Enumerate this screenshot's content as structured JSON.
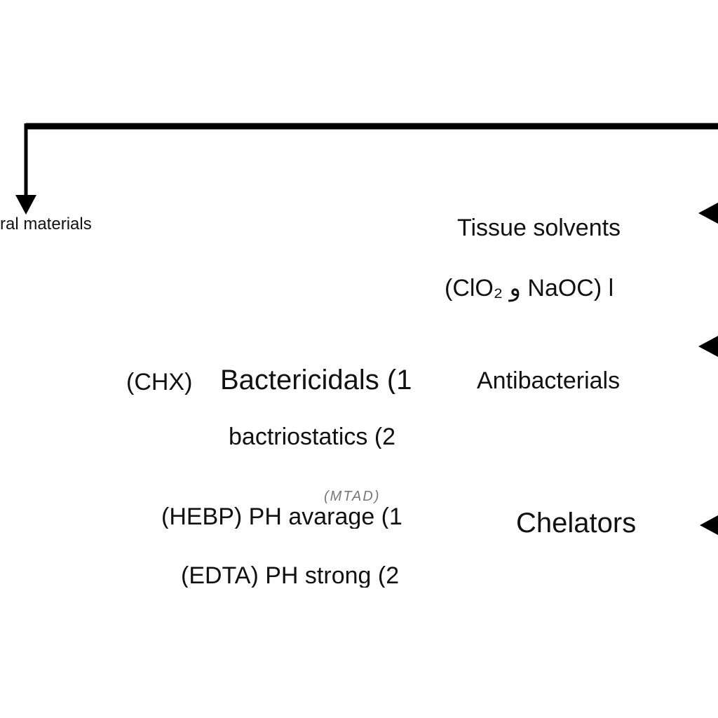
{
  "diagram": {
    "labels": {
      "general_materials": "ral materials",
      "tissue_solvents": "Tissue solvents",
      "tissue_solvents_examples": "(ClO₂ و NaOC) l",
      "antibacterials": "Antibacterials",
      "bactericidals_abbr": "(CHX)",
      "bactericidals": "Bactericidals (1",
      "bacteriostatics": "bactriostatics (2",
      "mtad": "(MTAD)",
      "chelators": "Chelators",
      "ph_average": "(HEBP) PH avarage (1",
      "ph_strong": "(EDTA) PH strong (2"
    },
    "colors": {
      "line": "#000000",
      "text": "#111111",
      "background": "#ffffff"
    }
  }
}
